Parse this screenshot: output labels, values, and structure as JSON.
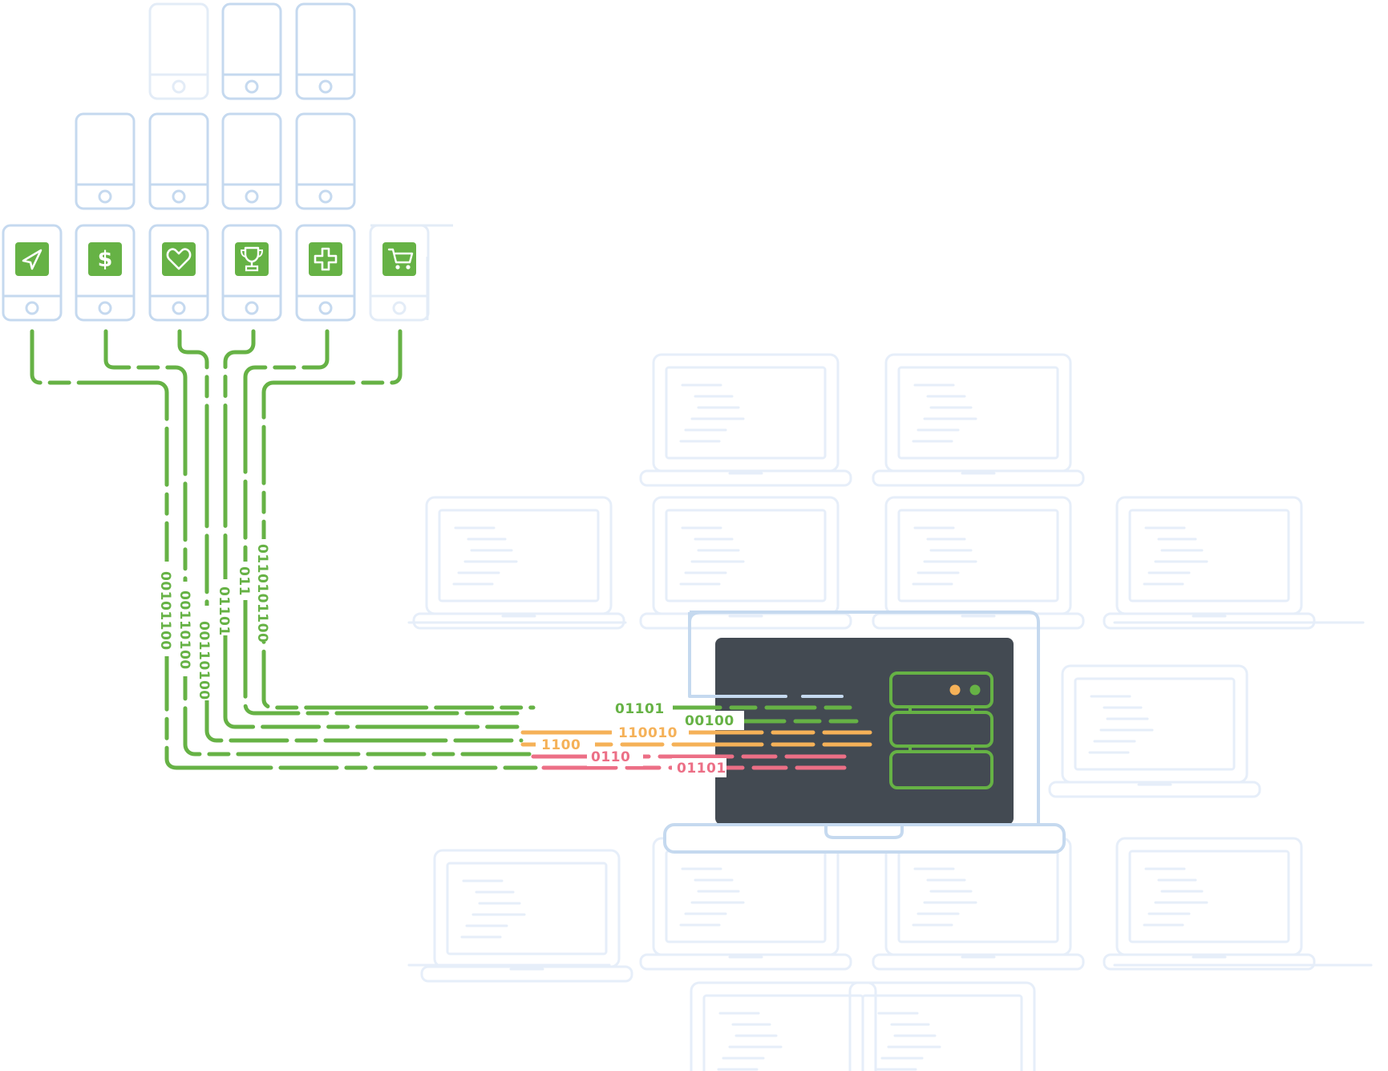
{
  "colors": {
    "background": "#ffffff",
    "ghost_stroke": "#e6eef9",
    "phone_stroke": "#c5d9ef",
    "phone_stroke_faint": "#e3ecf7",
    "accent_green": "#66b245",
    "accent_orange": "#f5b158",
    "accent_pink": "#ec6f86",
    "laptop_screen": "#434a52",
    "laptop_frame": "#c5d9ef"
  },
  "phone_icons": [
    "navigation-arrow-icon",
    "dollar-icon",
    "heart-icon",
    "trophy-icon",
    "medical-cross-icon",
    "shopping-cart-icon"
  ],
  "vertical_binary": [
    "00101100",
    "00110100",
    "00110100",
    "01101",
    "011",
    "0110101100"
  ],
  "horizontal_binary": {
    "green_1": "01101",
    "green_2": "00100",
    "orange_1": "110010",
    "orange_2": "1100",
    "pink_1": "0110",
    "pink_2": "01101"
  },
  "server_icon": "server-rack-icon"
}
